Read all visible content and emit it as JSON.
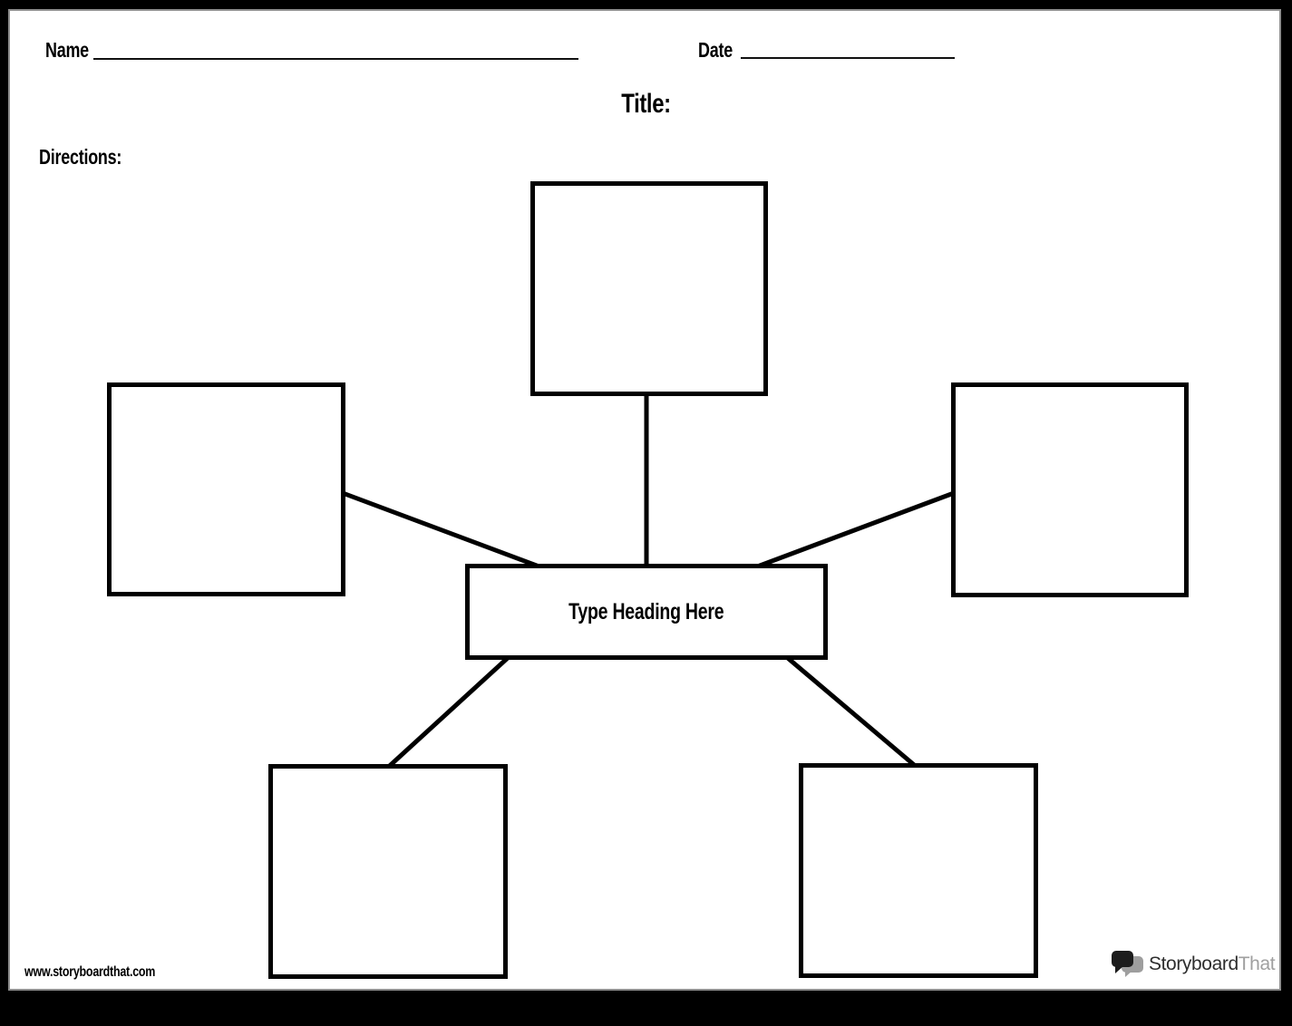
{
  "header": {
    "name_label": "Name",
    "date_label": "Date",
    "title_label": "Title:",
    "directions_label": "Directions:"
  },
  "spider_map": {
    "center_heading": "Type Heading Here",
    "node_count": 5,
    "node_positions": [
      "top",
      "left",
      "right",
      "bottom-left",
      "bottom-right"
    ]
  },
  "footer": {
    "url": "www.storyboardthat.com"
  },
  "logo": {
    "icon": "speech-bubbles-icon",
    "text_primary": "Storyboard",
    "text_secondary": "That",
    "bubble_front_color": "#1c1c1c",
    "bubble_back_color": "#9e9e9e",
    "text_primary_color": "#2e2e2e",
    "text_secondary_color": "#a0a0a0"
  },
  "colors": {
    "frame": "#000000",
    "page_background": "#ffffff",
    "page_edge": "#8f8f8f",
    "line": "#000000"
  }
}
